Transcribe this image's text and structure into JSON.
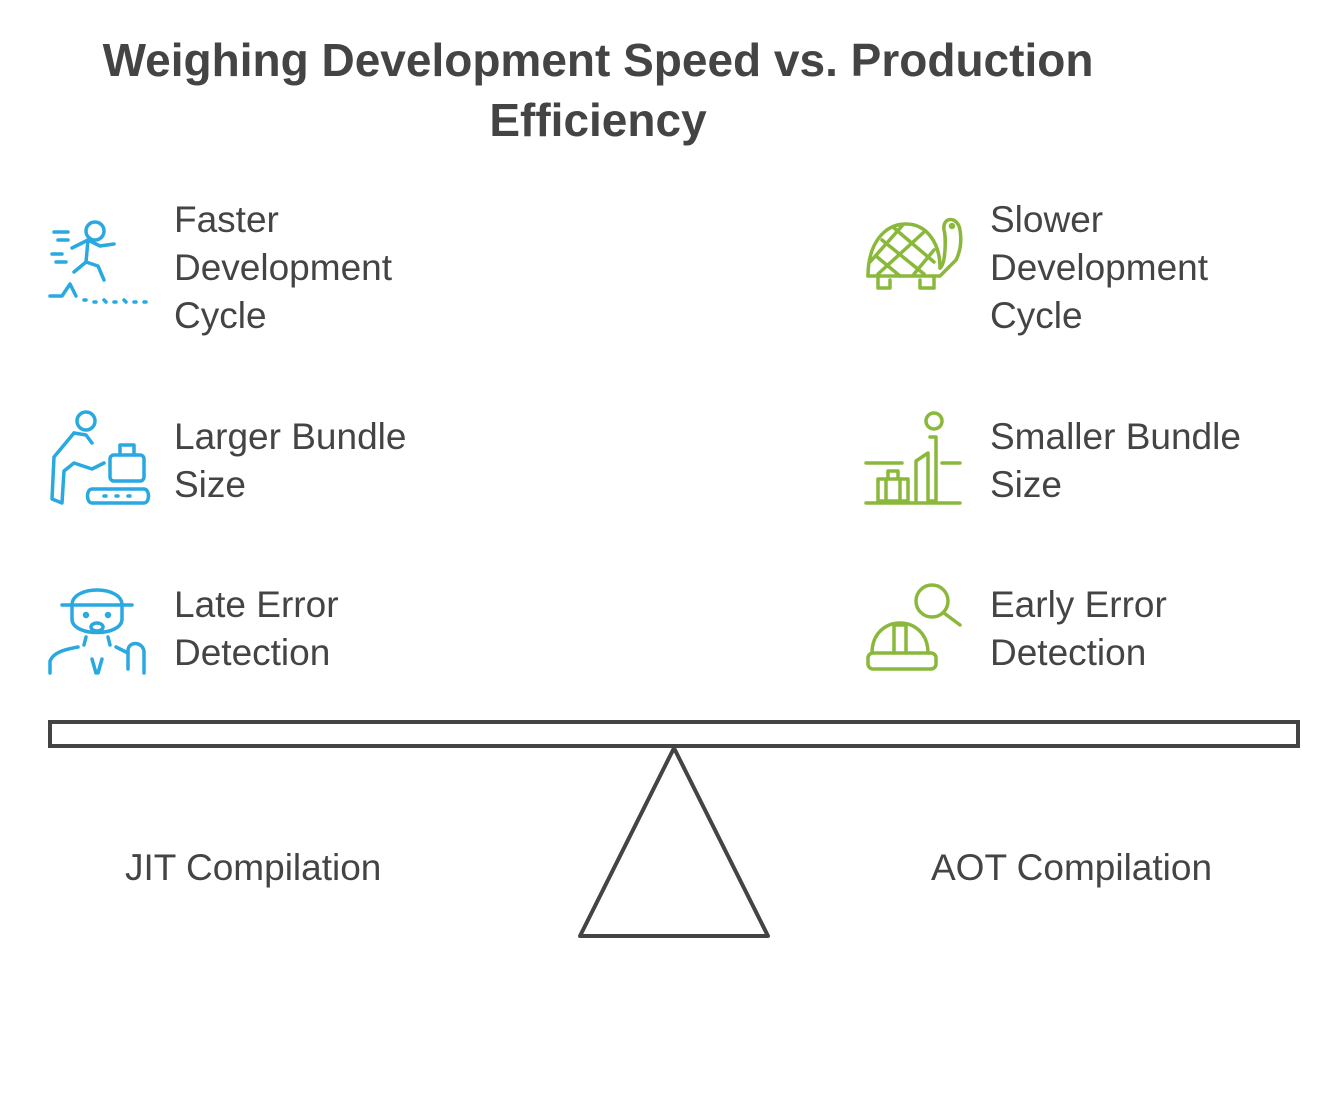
{
  "title": "Weighing Development Speed vs. Production Efficiency",
  "colors": {
    "left_accent": "#29a9e0",
    "right_accent": "#8ab83b",
    "text": "#444444",
    "scale": "#444444"
  },
  "left": {
    "label": "JIT Compilation",
    "items": [
      {
        "text": "Faster Development Cycle",
        "icon": "running-person-icon"
      },
      {
        "text": "Larger Bundle Size",
        "icon": "person-with-luggage-conveyor-icon"
      },
      {
        "text": "Late Error Detection",
        "icon": "worried-worker-icon"
      }
    ]
  },
  "right": {
    "label": "AOT Compilation",
    "items": [
      {
        "text": "Slower Development Cycle",
        "icon": "turtle-icon"
      },
      {
        "text": "Smaller Bundle Size",
        "icon": "person-on-small-bars-icon"
      },
      {
        "text": "Early Error Detection",
        "icon": "hardhat-magnifier-icon"
      }
    ]
  }
}
